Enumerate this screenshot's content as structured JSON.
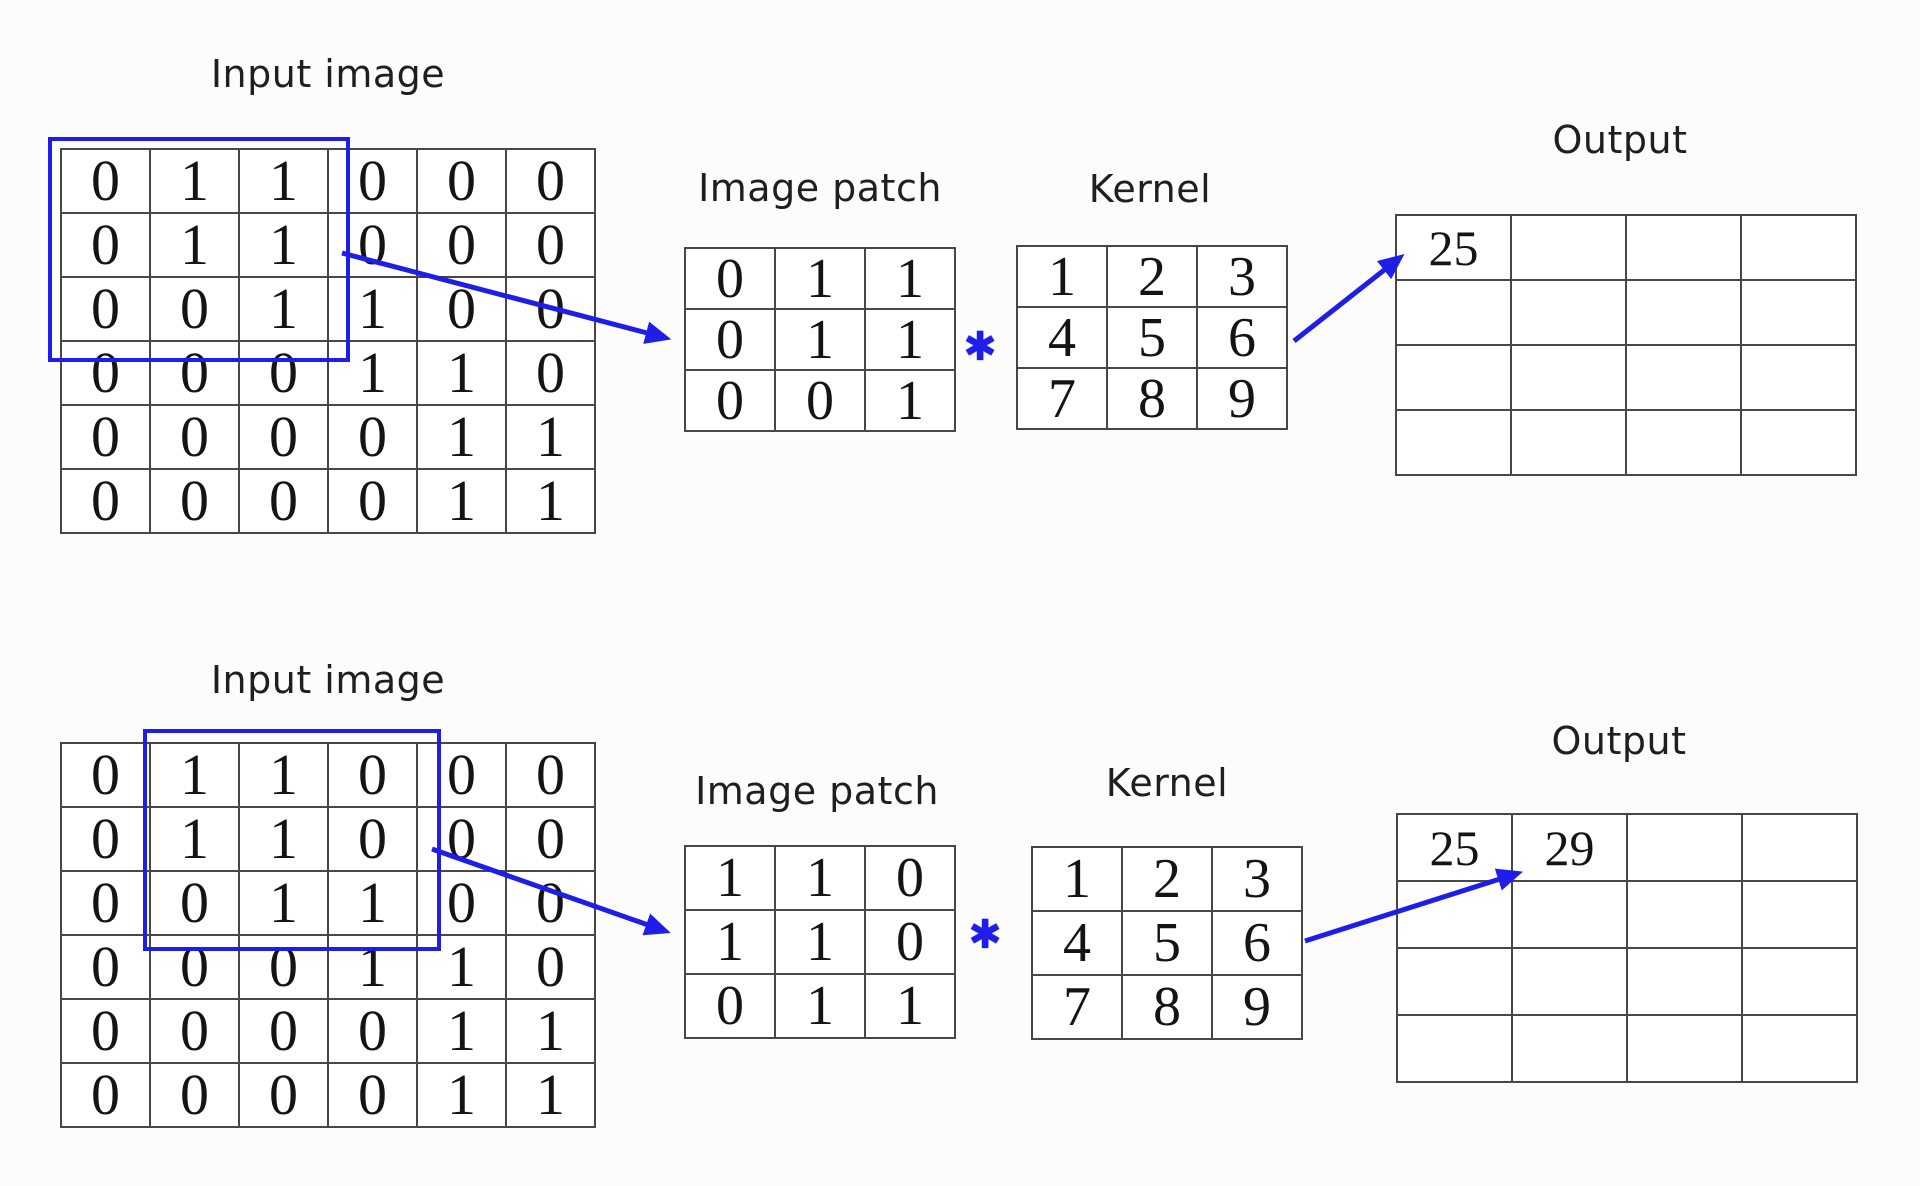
{
  "colors": {
    "accent_blue": "#1e1ee8",
    "grid_line": "#474747",
    "background": "#fcfcfb",
    "digit_color": "#141414"
  },
  "operator_symbol": "✱",
  "sections": [
    {
      "labels": {
        "input": "Input image",
        "patch": "Image patch",
        "kernel": "Kernel",
        "output": "Output"
      },
      "input_grid": [
        [
          0,
          1,
          1,
          0,
          0,
          0
        ],
        [
          0,
          1,
          1,
          0,
          0,
          0
        ],
        [
          0,
          0,
          1,
          1,
          0,
          0
        ],
        [
          0,
          0,
          0,
          1,
          1,
          0
        ],
        [
          0,
          0,
          0,
          0,
          1,
          1
        ],
        [
          0,
          0,
          0,
          0,
          1,
          1
        ]
      ],
      "patch_grid": [
        [
          0,
          1,
          1
        ],
        [
          0,
          1,
          1
        ],
        [
          0,
          0,
          1
        ]
      ],
      "kernel_grid": [
        [
          1,
          2,
          3
        ],
        [
          4,
          5,
          6
        ],
        [
          7,
          8,
          9
        ]
      ],
      "output_grid": [
        [
          "25",
          "",
          "",
          ""
        ],
        [
          "",
          "",
          "",
          ""
        ],
        [
          "",
          "",
          "",
          ""
        ],
        [
          "",
          "",
          "",
          ""
        ]
      ]
    },
    {
      "labels": {
        "input": "Input image",
        "patch": "Image patch",
        "kernel": "Kernel",
        "output": "Output"
      },
      "input_grid": [
        [
          0,
          1,
          1,
          0,
          0,
          0
        ],
        [
          0,
          1,
          1,
          0,
          0,
          0
        ],
        [
          0,
          0,
          1,
          1,
          0,
          0
        ],
        [
          0,
          0,
          0,
          1,
          1,
          0
        ],
        [
          0,
          0,
          0,
          0,
          1,
          1
        ],
        [
          0,
          0,
          0,
          0,
          1,
          1
        ]
      ],
      "patch_grid": [
        [
          1,
          1,
          0
        ],
        [
          1,
          1,
          0
        ],
        [
          0,
          1,
          1
        ]
      ],
      "kernel_grid": [
        [
          1,
          2,
          3
        ],
        [
          4,
          5,
          6
        ],
        [
          7,
          8,
          9
        ]
      ],
      "output_grid": [
        [
          "25",
          "29",
          "",
          ""
        ],
        [
          "",
          "",
          "",
          ""
        ],
        [
          "",
          "",
          "",
          ""
        ],
        [
          "",
          "",
          "",
          ""
        ]
      ]
    }
  ]
}
